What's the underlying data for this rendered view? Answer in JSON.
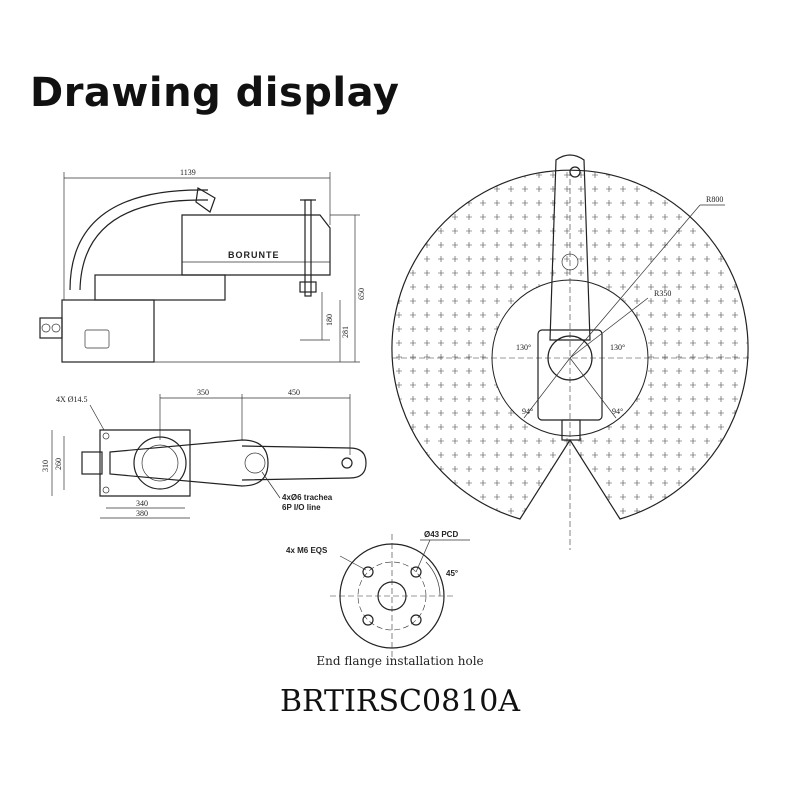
{
  "page": {
    "title": "Drawing display",
    "model": "BRTIRSC0810A"
  },
  "side_view": {
    "brand": "BORUNTE",
    "dim_width": "1139",
    "dim_height": "650",
    "dim_stroke": "180",
    "dim_base": "281"
  },
  "top_view": {
    "dim_holes": "4X Ø14.5",
    "dim_arm1": "350",
    "dim_arm2": "450",
    "dim_depth": "310",
    "dim_inner": "260",
    "dim_base_inner": "340",
    "dim_base_outer": "380",
    "note_trachea": "4xØ6 trachea",
    "note_io": "6P I/O line"
  },
  "workspace": {
    "radius_outer": "R800",
    "radius_inner": "R350",
    "angle_left": "130°",
    "angle_right": "130°",
    "angle_low_left": "94°",
    "angle_low_right": "94°"
  },
  "flange": {
    "pcd": "Ø43 PCD",
    "screws": "4x M6 EQS",
    "angle": "45°",
    "caption": "End flange installation hole"
  }
}
